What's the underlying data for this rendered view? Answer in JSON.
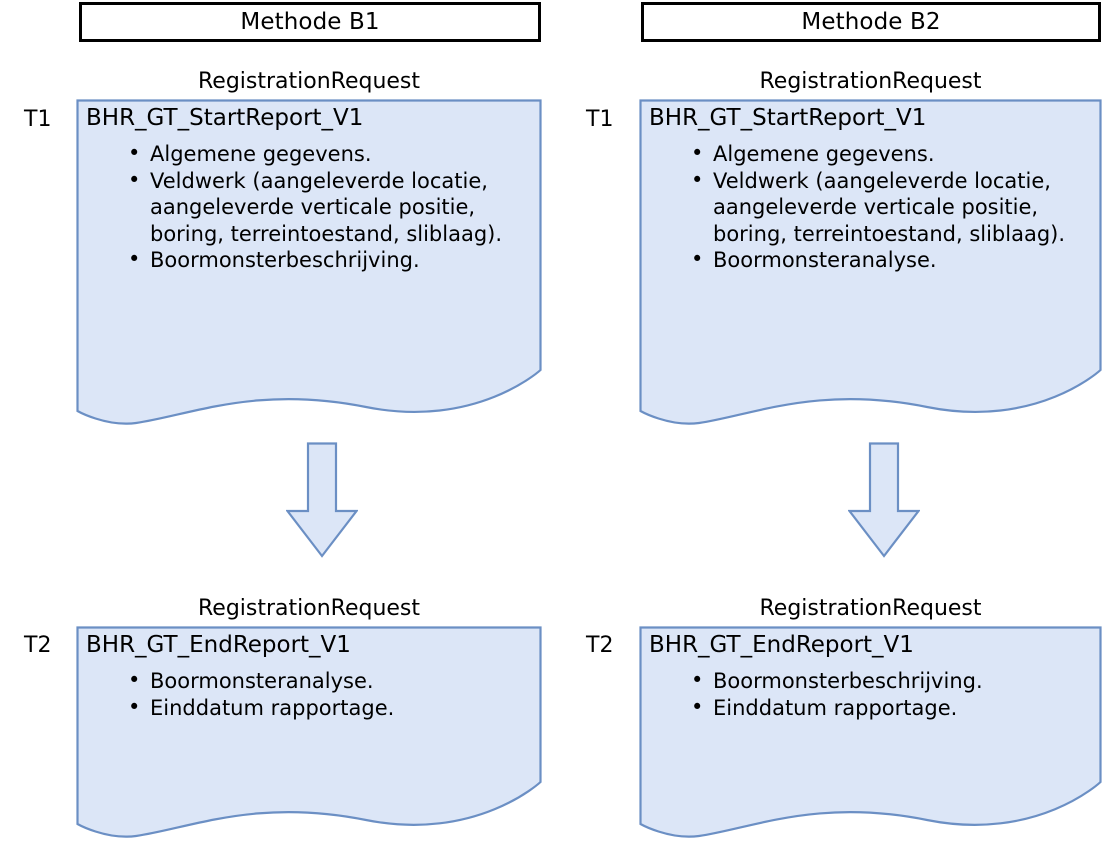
{
  "palette": {
    "doc_fill": "#DCE6F7",
    "doc_stroke": "#6B8FC4",
    "header_stroke": "#000000",
    "header_fill": "#FFFFFF",
    "arrow_fill": "#DCE6F7",
    "arrow_stroke": "#6B8FC4",
    "text": "#000000"
  },
  "columns": [
    {
      "header": "Methode B1",
      "steps": [
        {
          "time_label": "T1",
          "shape_title": "RegistrationRequest",
          "heading": "BHR_GT_StartReport_V1",
          "bullets": [
            "Algemene gegevens.",
            "Veldwerk (aangeleverde locatie, aangeleverde verticale positie, boring, terreintoestand, sliblaag).",
            "Boormonsterbeschrijving."
          ]
        },
        {
          "time_label": "T2",
          "shape_title": "RegistrationRequest",
          "heading": "BHR_GT_EndReport_V1",
          "bullets": [
            "Boormonsteranalyse.",
            "Einddatum rapportage."
          ]
        }
      ],
      "arrow": "down-arrow"
    },
    {
      "header": "Methode B2",
      "steps": [
        {
          "time_label": "T1",
          "shape_title": "RegistrationRequest",
          "heading": "BHR_GT_StartReport_V1",
          "bullets": [
            "Algemene gegevens.",
            "Veldwerk (aangeleverde locatie, aangeleverde verticale positie, boring, terreintoestand, sliblaag).",
            "Boormonsteranalyse."
          ]
        },
        {
          "time_label": "T2",
          "shape_title": "RegistrationRequest",
          "heading": "BHR_GT_EndReport_V1",
          "bullets": [
            "Boormonsterbeschrijving.",
            "Einddatum rapportage."
          ]
        }
      ],
      "arrow": "down-arrow"
    }
  ]
}
